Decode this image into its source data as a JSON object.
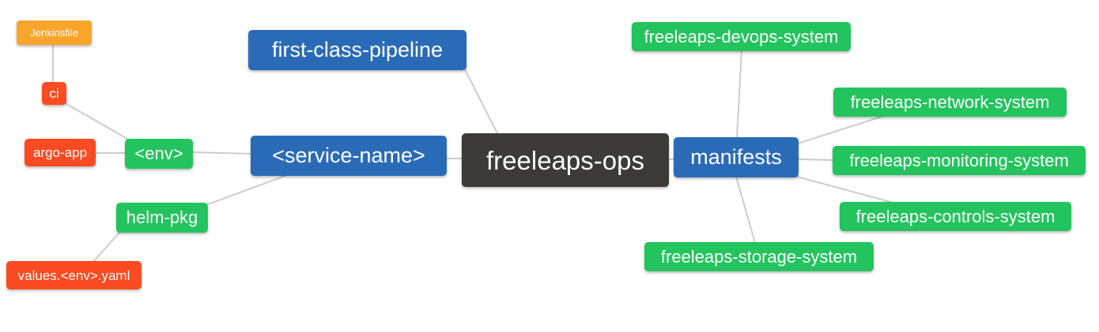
{
  "diagram": {
    "type": "mindmap",
    "root": "freeleaps-ops",
    "edge_color": "#cccccc",
    "background": "#ffffff",
    "node_colors": {
      "root": "#3d3a38",
      "level1_blue": "#2a6bb8",
      "level2_green": "#23c35e",
      "level3_red": "#fa4b22",
      "level4_orange": "#f9a52c"
    },
    "text_color": "#ffffff"
  },
  "nodes": [
    {
      "id": "jenkinsfile",
      "label": "Jenkinsfile",
      "level": "level4_orange"
    },
    {
      "id": "ci",
      "label": "ci",
      "level": "level3_red"
    },
    {
      "id": "argo-app",
      "label": "argo-app",
      "level": "level3_red"
    },
    {
      "id": "env",
      "label": "<env>",
      "level": "level2_green"
    },
    {
      "id": "helm-pkg",
      "label": "helm-pkg",
      "level": "level2_green"
    },
    {
      "id": "values-env-yaml",
      "label": "values.<env>.yaml",
      "level": "level3_red"
    },
    {
      "id": "first-class-pipeline",
      "label": "first-class-pipeline",
      "level": "level1_blue"
    },
    {
      "id": "service-name",
      "label": "<service-name>",
      "level": "level1_blue"
    },
    {
      "id": "freeleaps-ops",
      "label": "freeleaps-ops",
      "level": "root"
    },
    {
      "id": "manifests",
      "label": "manifests",
      "level": "level1_blue"
    },
    {
      "id": "freeleaps-devops-system",
      "label": "freeleaps-devops-system",
      "level": "level2_green"
    },
    {
      "id": "freeleaps-network-system",
      "label": "freeleaps-network-system",
      "level": "level2_green"
    },
    {
      "id": "freeleaps-monitoring-system",
      "label": "freeleaps-monitoring-system",
      "level": "level2_green"
    },
    {
      "id": "freeleaps-controls-system",
      "label": "freeleaps-controls-system",
      "level": "level2_green"
    },
    {
      "id": "freeleaps-storage-system",
      "label": "freeleaps-storage-system",
      "level": "level2_green"
    }
  ],
  "edges": [
    {
      "from": "Jenkinsfile",
      "to": "ci"
    },
    {
      "from": "ci",
      "to": "<env>"
    },
    {
      "from": "argo-app",
      "to": "<env>"
    },
    {
      "from": "<env>",
      "to": "<service-name>"
    },
    {
      "from": "helm-pkg",
      "to": "<service-name>"
    },
    {
      "from": "values.<env>.yaml",
      "to": "helm-pkg"
    },
    {
      "from": "first-class-pipeline",
      "to": "freeleaps-ops"
    },
    {
      "from": "<service-name>",
      "to": "freeleaps-ops"
    },
    {
      "from": "freeleaps-ops",
      "to": "manifests"
    },
    {
      "from": "manifests",
      "to": "freeleaps-devops-system"
    },
    {
      "from": "manifests",
      "to": "freeleaps-network-system"
    },
    {
      "from": "manifests",
      "to": "freeleaps-monitoring-system"
    },
    {
      "from": "manifests",
      "to": "freeleaps-controls-system"
    },
    {
      "from": "manifests",
      "to": "freeleaps-storage-system"
    }
  ]
}
